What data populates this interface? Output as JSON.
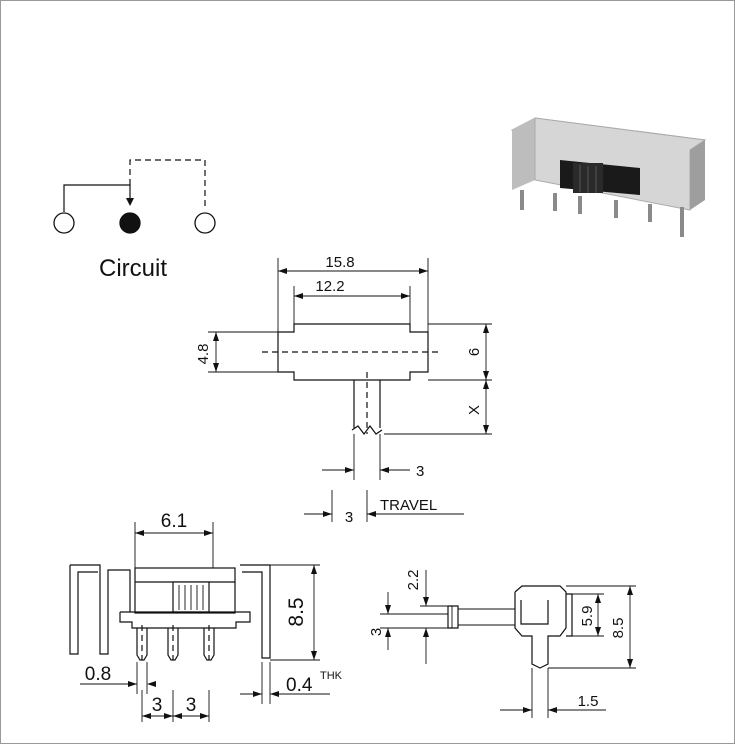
{
  "circuit": {
    "label": "Circuit"
  },
  "top_view": {
    "overall_width": "15.8",
    "actuator_span": "12.2",
    "body_height": "4.8",
    "case_height": "6",
    "stroke_label": "X",
    "actuator_width": "3",
    "travel_value": "3",
    "travel_label": "TRAVEL"
  },
  "front_view": {
    "actuator_width": "6.1",
    "height": "8.5",
    "pin_diameter": "0.8",
    "pitch_1": "3",
    "pitch_2": "3",
    "thickness": "0.4",
    "thickness_suffix": "THK"
  },
  "side_view": {
    "top_offset": "2.2",
    "lever_height": "3",
    "body_height": "5.9",
    "overall_height": "8.5",
    "pin_width": "1.5"
  },
  "colors": {
    "line": "#111111",
    "photo_body": "#c8c8c8",
    "photo_dark": "#1a1a1a",
    "frame": "#999999"
  }
}
